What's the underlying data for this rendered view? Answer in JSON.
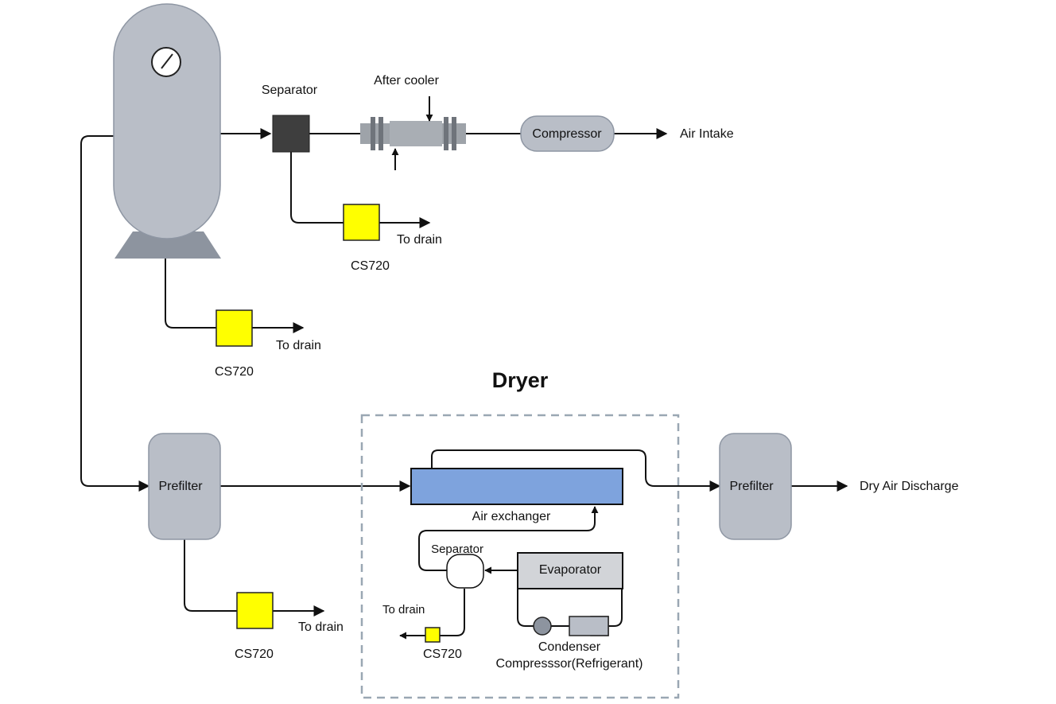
{
  "labels": {
    "separator_top": "Separator",
    "after_cooler": "After cooler",
    "compressor": "Compressor",
    "air_intake": "Air Intake",
    "to_drain_1": "To drain",
    "cs720_1": "CS720",
    "to_drain_2": "To drain",
    "cs720_2": "CS720",
    "dryer_title": "Dryer",
    "prefilter_left": "Prefilter",
    "prefilter_right": "Prefilter",
    "dry_air_discharge": "Dry Air Discharge",
    "air_exchanger": "Air exchanger",
    "separator_dryer": "Separator",
    "evaporator": "Evaporator",
    "to_drain_dryer": "To drain",
    "cs720_dryer": "CS720",
    "condenser": "Condenser",
    "compressor_refrigerant": "Compresssor(Refrigerant)",
    "to_drain_3": "To drain",
    "cs720_3": "CS720"
  },
  "colors": {
    "vessel": "#b9bec7",
    "vessel_stroke": "#8e96a3",
    "drain_valve": "#ffff00",
    "air_exchanger": "#7ea3dd",
    "separator_box": "#3e3e3e",
    "dashed_box": "#9aa7b3"
  }
}
